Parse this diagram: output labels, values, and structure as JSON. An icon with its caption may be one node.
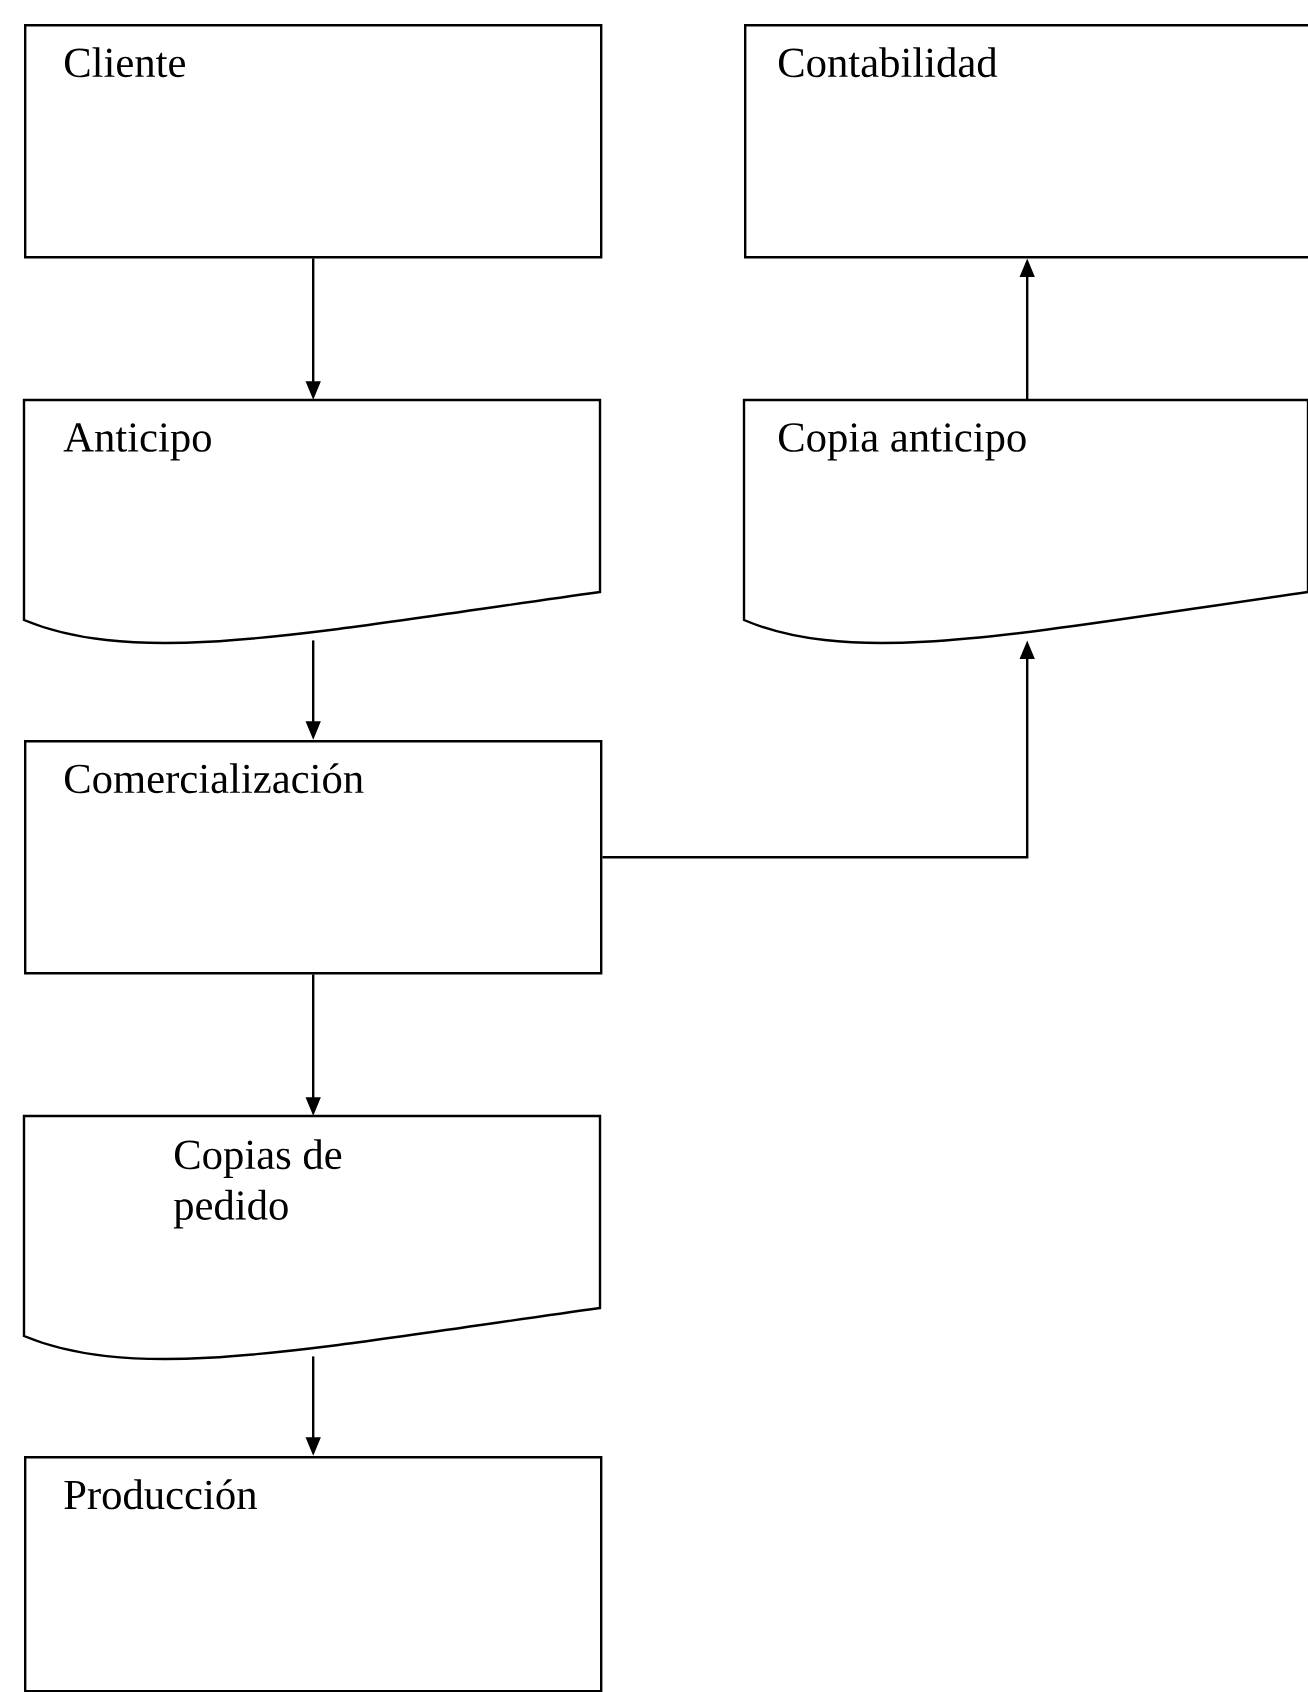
{
  "diagram": {
    "nodes": [
      {
        "text": [
          "Cliente"
        ]
      },
      {
        "text": [
          "Contabilidad"
        ]
      },
      {
        "text": [
          "Anticipo"
        ]
      },
      {
        "text": [
          "Copia anticipo"
        ]
      },
      {
        "text": [
          "Comercialización"
        ]
      },
      {
        "text": [
          "Copias de pedido"
        ]
      },
      {
        "text": [
          "Producción"
        ]
      }
    ],
    "edges": [
      {
        "from": 0,
        "to": 2,
        "arrow": "to"
      },
      {
        "from": 2,
        "to": 4,
        "arrow": "to"
      },
      {
        "from": 4,
        "to": 3,
        "arrow": "to"
      },
      {
        "from": 3,
        "to": 1,
        "arrow": "to"
      },
      {
        "from": 4,
        "to": 5,
        "arrow": "to"
      },
      {
        "from": 5,
        "to": 6,
        "arrow": "to"
      }
    ]
  }
}
